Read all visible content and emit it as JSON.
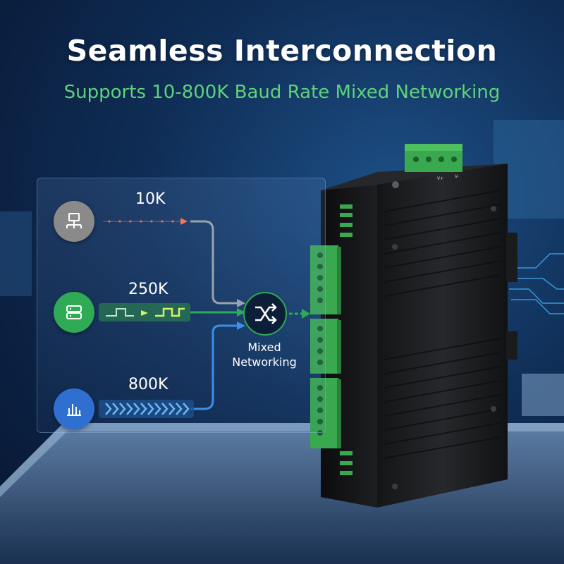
{
  "header": {
    "title": "Seamless Interconnection",
    "subtitle": "Supports 10-800K Baud Rate Mixed Networking"
  },
  "diagram": {
    "sources": [
      {
        "rate": "10K",
        "icon": "network-computer-icon",
        "color": "#8a8a8a",
        "line_color": "#f07a55"
      },
      {
        "rate": "250K",
        "icon": "server-icon",
        "color": "#2faa55",
        "line_color": "#c8e65a"
      },
      {
        "rate": "800K",
        "icon": "signal-chart-icon",
        "color": "#2f6fd0",
        "line_color": "#6ab8f5"
      }
    ],
    "hub": {
      "label_line1": "Mixed",
      "label_line2": "Networking",
      "icon": "shuffle-icon"
    }
  },
  "colors": {
    "accent_green": "#5fd27a",
    "background": "#0f2d55",
    "device_body": "#1c1d1f",
    "terminal_green": "#3aa84f"
  },
  "device": {
    "power_labels": [
      "V+",
      "V-"
    ]
  }
}
